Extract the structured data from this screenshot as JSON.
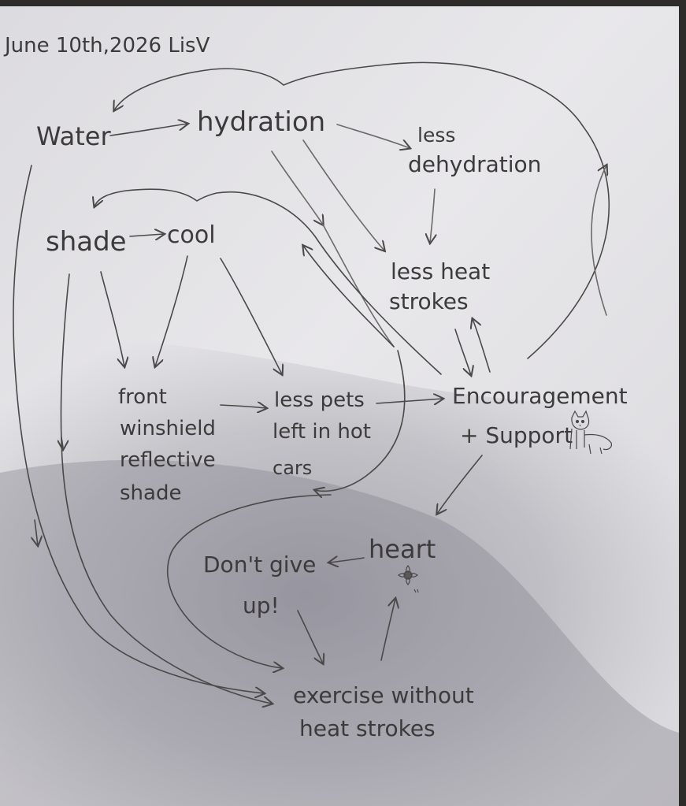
{
  "header": {
    "date_signature": "June 10th,2026 LisV"
  },
  "nodes": {
    "water": "Water",
    "hydration": "hydration",
    "less_dehydration": [
      "less",
      "dehydration"
    ],
    "shade": "shade",
    "cool": "cool",
    "less_heat_strokes": [
      "less heat",
      "strokes"
    ],
    "front_winshield": [
      "front",
      "winshield",
      "reflective",
      "shade"
    ],
    "less_pets": [
      "less pets",
      "left in hot",
      "cars"
    ],
    "encouragement": [
      "Encouragement",
      "+ Support"
    ],
    "heart": "heart",
    "dont_give_up": [
      "Don't give",
      "up!"
    ],
    "exercise": [
      "exercise without",
      "heat strokes"
    ]
  },
  "icons": {
    "cat": "cat-doodle-icon",
    "heart_flower": "flower-doodle-icon"
  },
  "colors": {
    "paper_light": "#e9e8ea",
    "paper_shadow": "#8f8e98",
    "pencil": "#3c3a3b"
  }
}
